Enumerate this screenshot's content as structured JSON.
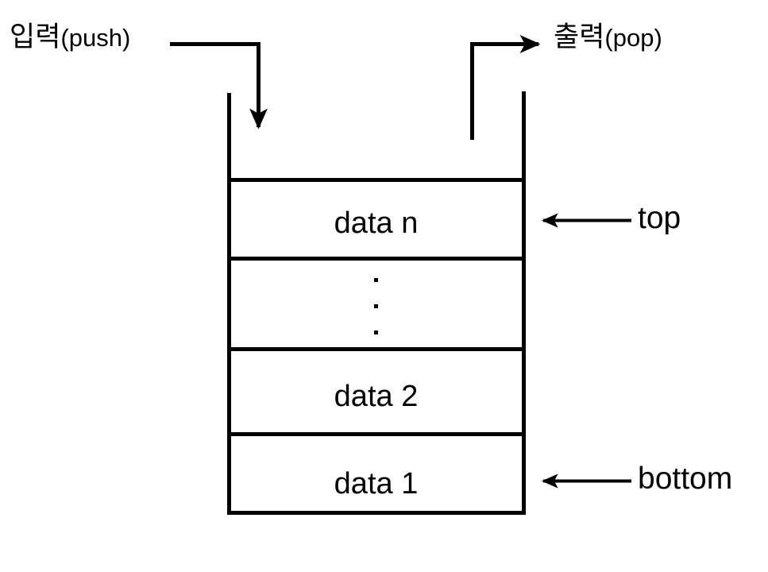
{
  "diagram": {
    "title_present": false,
    "type": "stack-data-structure",
    "background_color": "#ffffff",
    "line_color": "#000000",
    "stroke_width": 5
  },
  "labels": {
    "push": {
      "korean": "입력",
      "latin": "(push)"
    },
    "pop": {
      "korean": "출력",
      "latin": "(pop)"
    },
    "top": "top",
    "bottom": "bottom"
  },
  "stack": {
    "cells": [
      {
        "id": "cell-n",
        "text": "data n"
      },
      {
        "id": "cell-dots",
        "text": ""
      },
      {
        "id": "cell-2",
        "text": "data 2"
      },
      {
        "id": "cell-1",
        "text": "data 1"
      }
    ],
    "ellipsis_dots": 3
  },
  "arrows": {
    "push_arrow": {
      "direction": "down",
      "from": "입력(push)",
      "to": "stack-interior"
    },
    "pop_arrow": {
      "direction": "right",
      "from": "stack-interior",
      "to": "출력(pop)"
    },
    "top_arrow": {
      "direction": "left",
      "from": "top",
      "to": "cell-n"
    },
    "bottom_arrow": {
      "direction": "left",
      "from": "bottom",
      "to": "cell-1"
    }
  }
}
